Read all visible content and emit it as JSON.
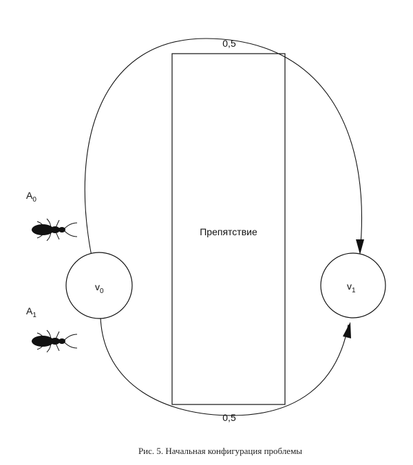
{
  "diagram": {
    "top_edge_weight": "0,5",
    "bottom_edge_weight": "0,5",
    "obstacle_label": "Препятствие",
    "node_v0": {
      "letter": "v",
      "sub": "0"
    },
    "node_v1": {
      "letter": "v",
      "sub": "1"
    },
    "ant_a0": {
      "letter": "A",
      "sub": "0"
    },
    "ant_a1": {
      "letter": "A",
      "sub": "1"
    }
  },
  "caption": "Рис. 5. Начальная конфигурация проблемы",
  "icons": [
    "ant-icon"
  ],
  "colors": {
    "stroke": "#111111",
    "ant": "#111111"
  }
}
